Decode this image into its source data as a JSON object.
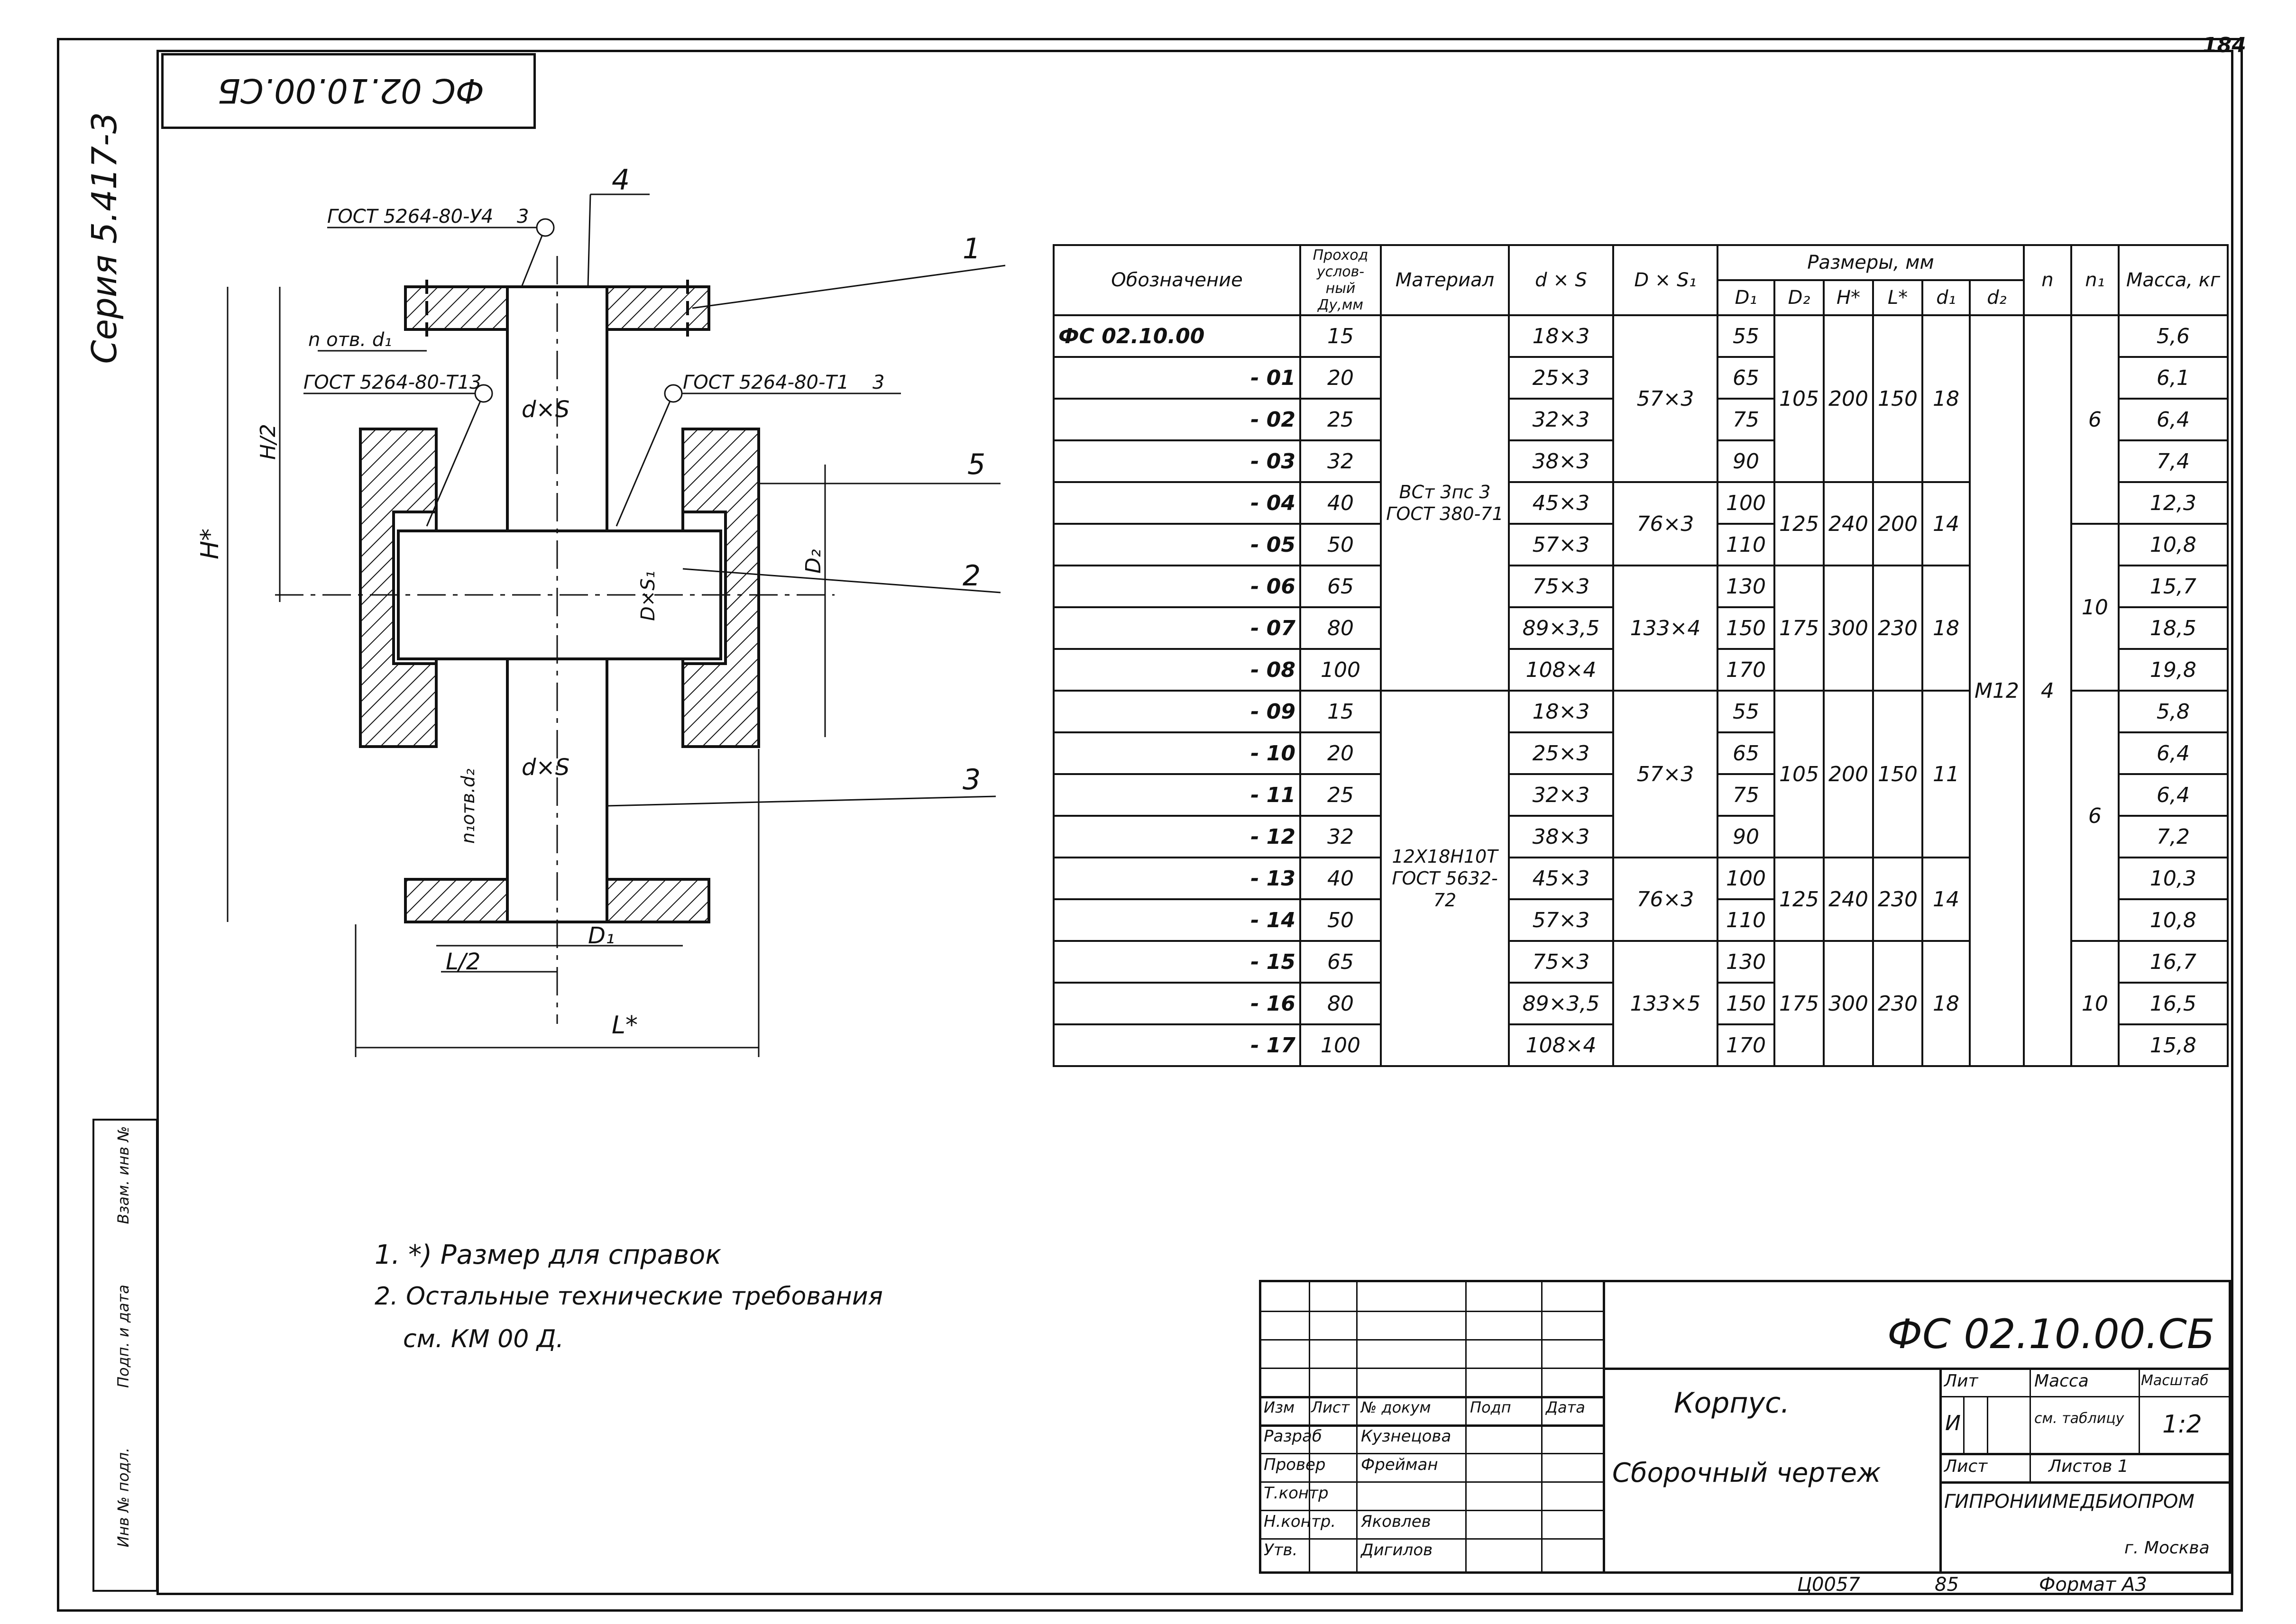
{
  "sheet": {
    "sheet_number": "184",
    "series": "Серия 5.417-3",
    "top_code_inverted": "ФС 02.10.00.СБ",
    "footer_left": "Ц0057",
    "footer_mid": "85",
    "format": "Формат А3"
  },
  "side_stamp": {
    "col1": "Взам. инв №",
    "col2": "Подп. и дата",
    "col3": "Инв № подл."
  },
  "drawing": {
    "weld1": "ГОСТ 5264-80-У4",
    "weld1_n": "3",
    "weld2": "ГОСТ 5264-80-Т1",
    "weld2_n": "3",
    "weld3": "ГОСТ 5264-80-Т1",
    "weld3_n": "3",
    "holes1": "n отв. d₁",
    "holes2": "n₁отв.d₂",
    "pos": [
      "1",
      "2",
      "3",
      "4",
      "5"
    ],
    "dim_h2": "H/2",
    "dim_h": "H*",
    "dim_ds_top": "d×S",
    "dim_ds_bot": "d×S",
    "dim_d1s1": "D×S₁",
    "dim_d2": "D₂",
    "dim_d1": "D₁",
    "dim_l2": "L/2",
    "dim_l": "L*"
  },
  "table": {
    "headers": {
      "designation": "Обозначение",
      "passage": "Проход услов-ный Ду,мм",
      "material": "Материал",
      "ds": "d × S",
      "ds1": "D × S₁",
      "sizes": "Размеры, мм",
      "D1": "D₁",
      "D2": "D₂",
      "H": "H*",
      "L": "L*",
      "d1": "d₁",
      "d2": "d₂",
      "n": "n",
      "n1": "n₁",
      "mass": "Масса, кг"
    },
    "material_1": "ВСт 3пс 3 ГОСТ 380-71",
    "material_2": "12Х18Н10Т ГОСТ 5632-72",
    "rows": [
      {
        "des": "ФС 02.10.00",
        "du": "15",
        "ds": "18×3",
        "D1": "55",
        "m": "5,6"
      },
      {
        "des": "- 01",
        "du": "20",
        "ds": "25×3",
        "D1": "65",
        "m": "6,1"
      },
      {
        "des": "- 02",
        "du": "25",
        "ds": "32×3",
        "D1": "75",
        "m": "6,4"
      },
      {
        "des": "- 03",
        "du": "32",
        "ds": "38×3",
        "D1": "90",
        "m": "7,4"
      },
      {
        "des": "- 04",
        "du": "40",
        "ds": "45×3",
        "D1": "100",
        "m": "12,3"
      },
      {
        "des": "- 05",
        "du": "50",
        "ds": "57×3",
        "D1": "110",
        "m": "10,8"
      },
      {
        "des": "- 06",
        "du": "65",
        "ds": "75×3",
        "D1": "130",
        "m": "15,7"
      },
      {
        "des": "- 07",
        "du": "80",
        "ds": "89×3,5",
        "D1": "150",
        "m": "18,5"
      },
      {
        "des": "- 08",
        "du": "100",
        "ds": "108×4",
        "D1": "170",
        "m": "19,8"
      },
      {
        "des": "- 09",
        "du": "15",
        "ds": "18×3",
        "D1": "55",
        "m": "5,8"
      },
      {
        "des": "- 10",
        "du": "20",
        "ds": "25×3",
        "D1": "65",
        "m": "6,4"
      },
      {
        "des": "- 11",
        "du": "25",
        "ds": "32×3",
        "D1": "75",
        "m": "6,4"
      },
      {
        "des": "- 12",
        "du": "32",
        "ds": "38×3",
        "D1": "90",
        "m": "7,2"
      },
      {
        "des": "- 13",
        "du": "40",
        "ds": "45×3",
        "D1": "100",
        "m": "10,3"
      },
      {
        "des": "- 14",
        "du": "50",
        "ds": "57×3",
        "D1": "110",
        "m": "10,8"
      },
      {
        "des": "- 15",
        "du": "65",
        "ds": "75×3",
        "D1": "130",
        "m": "16,7"
      },
      {
        "des": "- 16",
        "du": "80",
        "ds": "89×3,5",
        "D1": "150",
        "m": "16,5"
      },
      {
        "des": "- 17",
        "du": "100",
        "ds": "108×4",
        "D1": "170",
        "m": "15,8"
      }
    ],
    "merged": {
      "ds1_a": "57×3",
      "ds1_b": "76×3",
      "ds1_c": "133×4",
      "ds1_d": "57×3",
      "ds1_e": "76×3",
      "ds1_f": "133×5",
      "D2_a": "105",
      "H_a": "200",
      "D2_b": "125",
      "H_b": "240",
      "D2_c": "175",
      "H_c": "300",
      "D2_d": "105",
      "H_d": "200",
      "D2_e": "125",
      "H_e": "240",
      "D2_f": "175",
      "H_f": "300",
      "L_a": "150",
      "L_b": "200",
      "L_c": "230",
      "L_d": "150",
      "L_e": "230",
      "L_f": "230",
      "d1_a": "18",
      "d1_b": "14",
      "d1_c": "18",
      "d1_d": "11",
      "d1_e": "14",
      "d1_f": "18",
      "d2": "М12",
      "n": "4",
      "n1_a": "6",
      "n1_b": "10",
      "n1_c": "6",
      "n1_d": "10"
    }
  },
  "notes": {
    "n1": "1. *) Размер для справок",
    "n2": "2. Остальные технические требования",
    "n2b": "см. КМ 00 Д."
  },
  "title_block": {
    "code": "ФС 02.10.00.СБ",
    "name": "Корпус.",
    "doc_type": "Сборочный чертеж",
    "lit": "Лит",
    "mass": "Масса",
    "scale_label": "Масштаб",
    "lit_val": "И",
    "mass_val": "см. таблицу",
    "scale_val": "1:2",
    "sheet": "Лист",
    "sheets": "Листов 1",
    "org": "ГИПРОНИИМЕДБИОПРОМ",
    "city": "г. Москва",
    "h_izm": "Изм",
    "h_list": "Лист",
    "h_doc": "№ докум",
    "h_sign": "Подп",
    "h_date": "Дата",
    "r1": "Разраб",
    "r1n": "Кузнецова",
    "r2": "Провер",
    "r2n": "Фрейман",
    "r3": "Т.контр",
    "r4": "Н.контр.",
    "r4n": "Яковлев",
    "r5": "Утв.",
    "r5n": "Дигилов"
  }
}
